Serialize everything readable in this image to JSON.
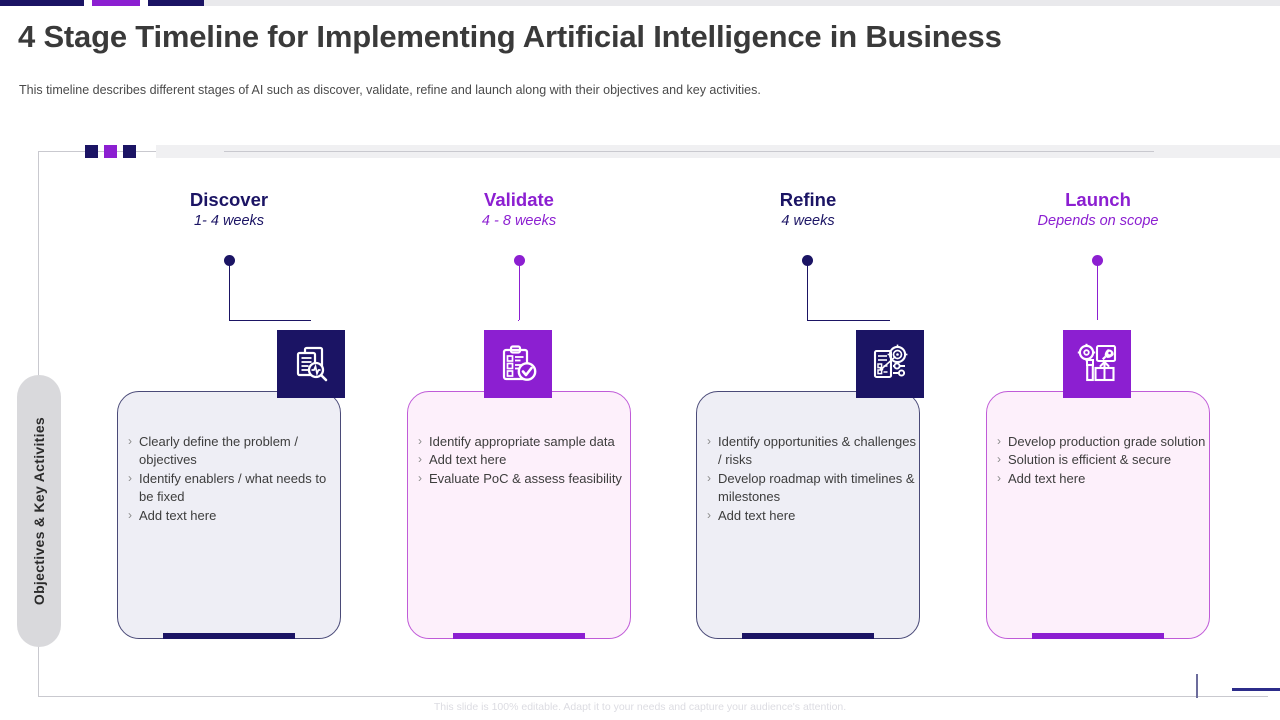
{
  "topbar": {
    "segments": [
      "navy",
      "purple",
      "navy",
      "rest"
    ],
    "colors": {
      "navy": "#1b1464",
      "purple": "#8c1fd1",
      "rest": "#e9e9ec"
    }
  },
  "header": {
    "title": "4 Stage Timeline for Implementing Artificial Intelligence in Business",
    "subtitle": "This timeline describes different stages of AI such as discover, validate, refine and launch along with their objectives and key activities."
  },
  "side_label": {
    "text": "Objectives & Key Activities"
  },
  "colors": {
    "navy": "#1b1464",
    "purple": "#8c1fd1",
    "card_navy_fill": "#eeeef5",
    "card_purple_fill": "#fdf0fb"
  },
  "stages": [
    {
      "name": "Discover",
      "duration": "1- 4 weeks",
      "accent": "#1b1464",
      "icon": "document-search-icon",
      "card_fill": "#eeeef5",
      "card_border": "#4a4a78",
      "bullet_marker": "›",
      "bullets": [
        "Clearly define the problem / objectives",
        "Identify enablers / what needs to be fixed",
        "Add text here"
      ]
    },
    {
      "name": "Validate",
      "duration": "4 - 8 weeks",
      "accent": "#8c1fd1",
      "icon": "clipboard-check-icon",
      "card_fill": "#fdf0fb",
      "card_border": "#c05bd8",
      "bullet_marker": "›",
      "bullets": [
        "Identify appropriate sample data",
        "Add text here",
        "Evaluate PoC & assess feasibility"
      ]
    },
    {
      "name": "Refine",
      "duration": "4 weeks",
      "accent": "#1b1464",
      "icon": "target-settings-icon",
      "card_fill": "#eeeef5",
      "card_border": "#4a4a78",
      "bullet_marker": "›",
      "bullets": [
        "Identify opportunities & challenges / risks",
        "Develop roadmap with timelines & milestones",
        "Add text here"
      ]
    },
    {
      "name": "Launch",
      "duration": "Depends on scope",
      "accent": "#8c1fd1",
      "icon": "rocket-launch-icon",
      "card_fill": "#fdf0fb",
      "card_border": "#c05bd8",
      "bullet_marker": "›",
      "bullets": [
        "Develop production grade solution",
        "Solution is efficient & secure",
        "Add text here"
      ]
    }
  ],
  "footer": {
    "text": "This slide is 100% editable. Adapt it to your needs and capture your audience's attention."
  }
}
